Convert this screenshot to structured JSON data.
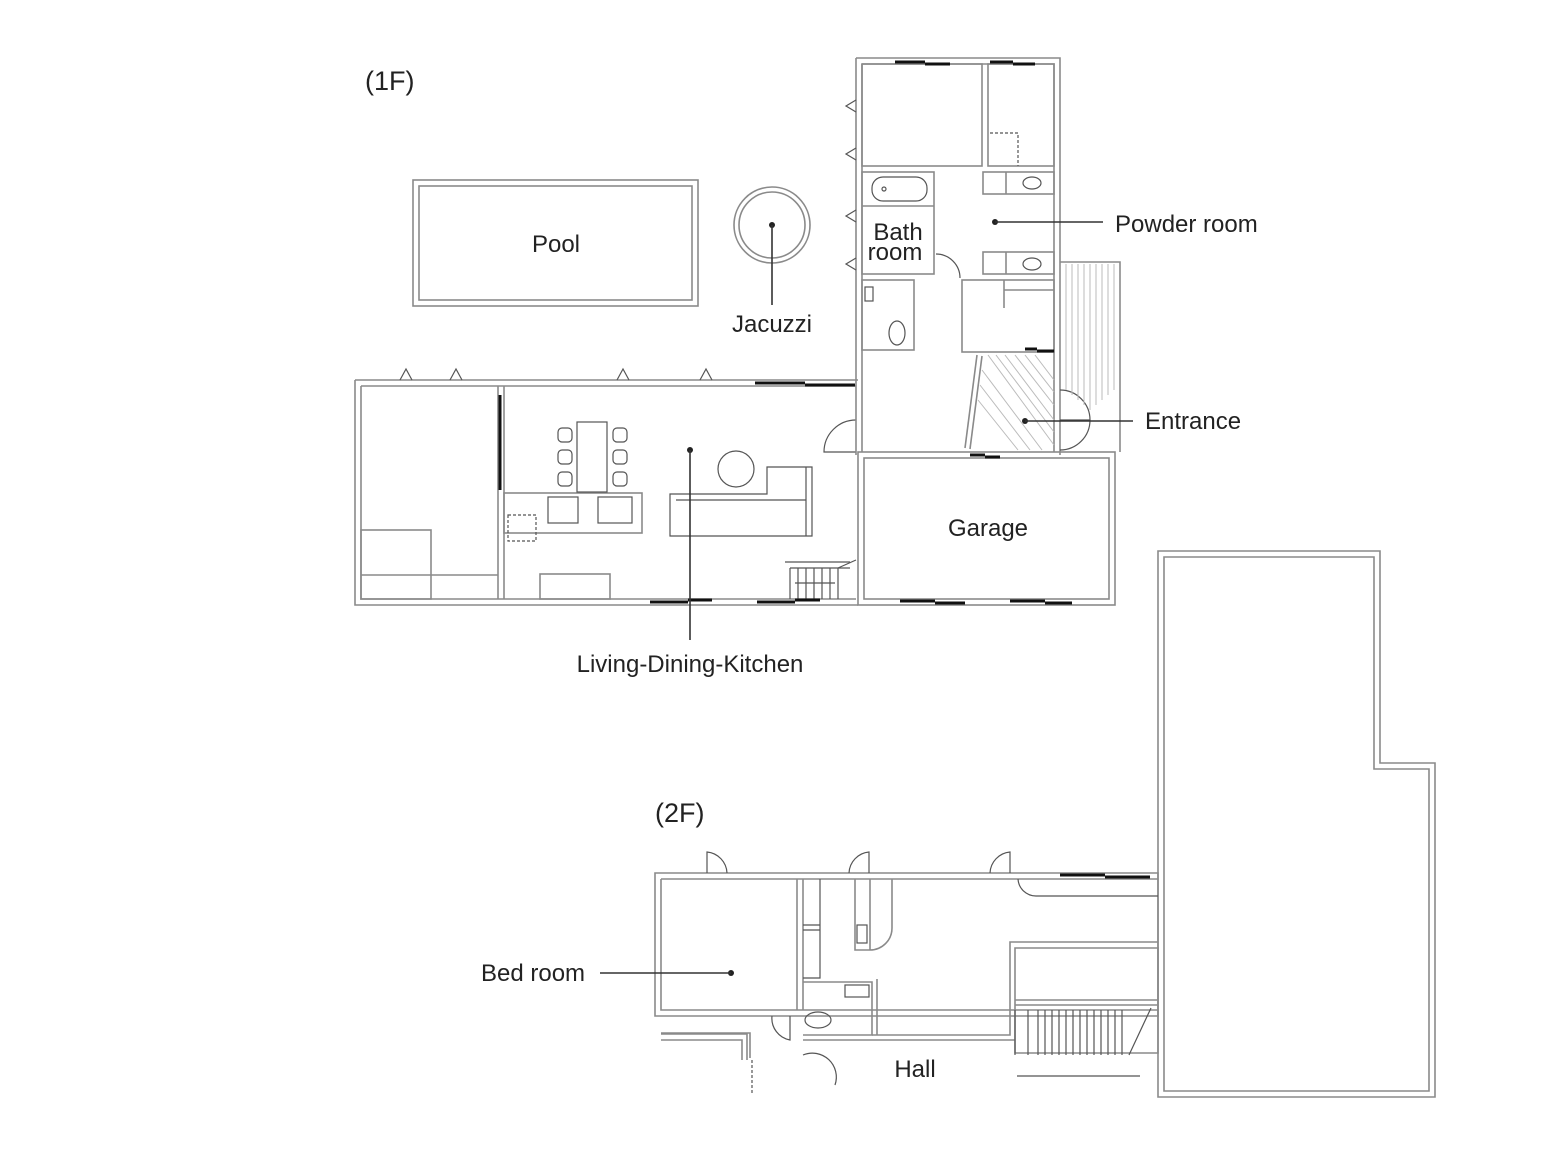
{
  "floors": {
    "first": {
      "label": "(1F)",
      "rooms": {
        "pool": "Pool",
        "jacuzzi": "Jacuzzi",
        "bath_line1": "Bath",
        "bath_line2": "room",
        "powder": "Powder room",
        "entrance": "Entrance",
        "garage": "Garage",
        "ldk": "Living-Dining-Kitchen"
      }
    },
    "second": {
      "label": "(2F)",
      "rooms": {
        "bed": "Bed room",
        "hall": "Hall"
      }
    }
  }
}
